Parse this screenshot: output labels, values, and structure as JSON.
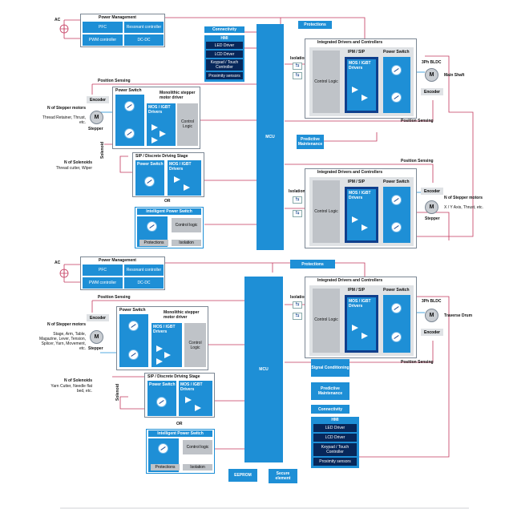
{
  "colors": {
    "blue": "#1e8fd6",
    "dark_blue": "#0f3f8c",
    "navy": "#07275a",
    "grey": "#bfc3c8",
    "red_wire": "#c4385d"
  },
  "top": {
    "ac": "AC",
    "power_mgmt": {
      "title": "Power Management",
      "pfc": "PFC",
      "resonant": "Resonant controller",
      "pwm": "PWM controller",
      "dcdc": "DC-DC"
    },
    "connectivity": "Connectivity",
    "hmi": {
      "title": "HMI",
      "items": [
        "LED Driver",
        "LCD Driver",
        "Keypad / Touch Controller",
        "Proximity sensors"
      ]
    },
    "protections": "Protections",
    "mcu": "MCU",
    "isolation": "Isolation",
    "isolation2": "Isolation",
    "position_sensing": "Position Sensing",
    "position_sensing_right": "Position Sensing",
    "position_sensing_right2": "Position Sensing",
    "stepper_block": {
      "power_switch": "Power Switch",
      "title": "Monolithic stepper motor driver",
      "mos": "MOS / IGBT Drivers",
      "control": "Control Logic"
    },
    "encoder": "Encoder",
    "motor_m": "M",
    "stepper_label": "Stepper",
    "n_stepper": "N of Stepper motors",
    "n_stepper_desc": "Thread Retainer, Thrust, etc.",
    "n_solenoids": "N of Solenoids",
    "solenoids_desc": "Thread cutter, Wiper",
    "solenoid": "Solenoid",
    "sip": {
      "title": "SIP / Discrete Driving Stage",
      "power_switch": "Power Switch",
      "mos": "MOS / IGBT Drivers"
    },
    "or": "OR",
    "ips": {
      "title": "Intelligent Power Switch",
      "control": "Control logic",
      "protections": "Protections",
      "isolation": "Isolation"
    },
    "predictive": "Predictive Maintenance",
    "idc1": {
      "title": "Integrated Drivers and Controllers",
      "control": "Control Logic",
      "ipm": "IPM / SIP",
      "mos": "MOS / IGBT Drivers",
      "power_switch": "Power Switch"
    },
    "bldc": "3Ph BLDC",
    "main_shaft": "Main Shaft",
    "encoder_r": "Encoder",
    "idc2": {
      "title": "Integrated Drivers and Controllers",
      "control": "Control Logic",
      "ipm": "IPM / SIP",
      "mos": "MOS / IGBT Drivers",
      "power_switch": "Power Switch"
    },
    "encoder_r2": "Encoder",
    "n_stepper_r": "N of Stepper motors",
    "n_stepper_r_desc": "X / Y Axis, Thrust, etc.",
    "stepper_r": "Stepper"
  },
  "bottom": {
    "ac": "AC",
    "power_mgmt": {
      "title": "Power Management",
      "pfc": "PFC",
      "resonant": "Resonant controller",
      "pwm": "PWM controller",
      "dcdc": "DC-DC"
    },
    "protections": "Protections",
    "mcu": "MCU",
    "isolation": "Isolation",
    "position_sensing": "Position Sensing",
    "position_sensing_right": "Position Sensing",
    "stepper_block": {
      "power_switch": "Power Switch",
      "title": "Monolithic stepper motor driver",
      "mos": "MOS / IGBT Drivers",
      "control": "Control Logic"
    },
    "encoder": "Encoder",
    "motor_m": "M",
    "stepper_label": "Stepper",
    "n_stepper": "N of Stepper motors",
    "n_stepper_desc": "Stage, Arm, Table, Magazine, Lever, Tension, Splicer, Yarn, Movement, etc.",
    "n_solenoids": "N of Solenoids",
    "solenoids_desc": "Yarn Cutter, Needle flat bed, etc.",
    "solenoid": "Solenoid",
    "sip": {
      "title": "SIP / Discrete Driving Stage",
      "power_switch": "Power Switch",
      "mos": "MOS / IGBT Drivers"
    },
    "or": "OR",
    "ips": {
      "title": "Intelligent Power Switch",
      "control": "Control logic",
      "protections": "Protections",
      "isolation": "Isolation"
    },
    "idc": {
      "title": "Integrated Drivers and Controllers",
      "control": "Control Logic",
      "ipm": "IPM / SIP",
      "mos": "MOS / IGBT Drivers",
      "power_switch": "Power Switch"
    },
    "bldc": "3Ph BLDC",
    "traverse": "Traverse Drum",
    "encoder_r": "Encoder",
    "signal": "Signal Conditioning",
    "predictive": "Predictive Maintenance",
    "connectivity": "Connectivity",
    "hmi": {
      "title": "HMI",
      "items": [
        "LED Driver",
        "LCD Driver",
        "Keypad / Touch Controller",
        "Proximity sensors"
      ]
    },
    "eeprom": "EEPROM",
    "secure": "Secure element"
  }
}
